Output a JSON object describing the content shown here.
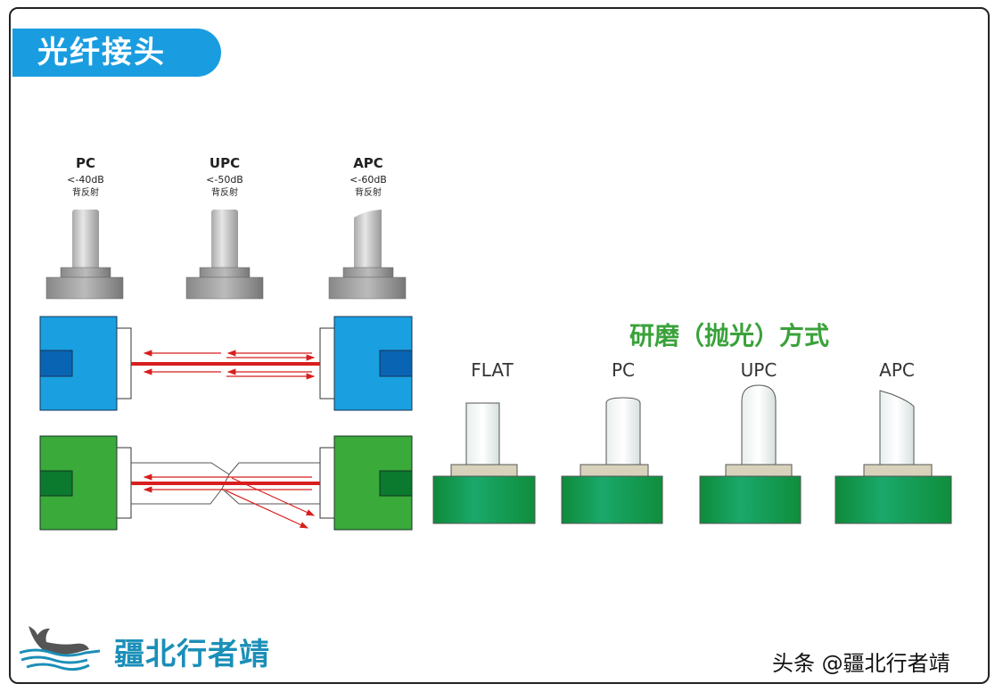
{
  "title": "光纤接头",
  "left_diagram": {
    "connectors": [
      {
        "name": "PC",
        "loss": "<-40dB",
        "note": "背反射"
      },
      {
        "name": "UPC",
        "loss": "<-50dB",
        "note": "背反射"
      },
      {
        "name": "APC",
        "loss": "<-60dB",
        "note": "背反射"
      }
    ]
  },
  "right_diagram": {
    "title": "研磨（抛光）方式",
    "types": [
      "FLAT",
      "PC",
      "UPC",
      "APC"
    ]
  },
  "colors": {
    "accent": "#1a9de0",
    "green": "#3aa23a",
    "connector_blue": "#1aa0e0",
    "connector_green": "#3aaa3a",
    "beam": "#d81e1e"
  },
  "footer": {
    "brand": "疆北行者靖",
    "credit": "头条 @疆北行者靖"
  }
}
